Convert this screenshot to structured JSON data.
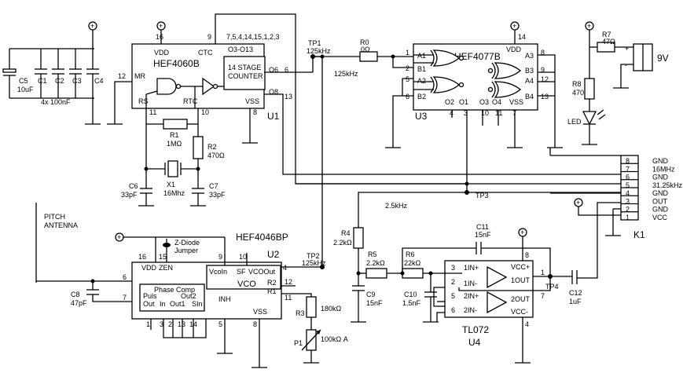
{
  "supply": {
    "plus_symbol": "+"
  },
  "u1": {
    "ref": "U1",
    "part": "HEF4060B",
    "vdd": "VDD",
    "vss": "VSS",
    "ctc": "CTC",
    "counter_l1": "14 STAGE",
    "counter_l2": "COUNTER",
    "outs": "O3-O13",
    "o6": "O6",
    "o8": "O8",
    "mr": "MR",
    "rs": "RS",
    "rtc": "RTC",
    "pin_16": "16",
    "pin_9": "9",
    "pin_out_list": "7,5,4,14,15,1,2,3",
    "pin_12": "12",
    "pin_6": "6",
    "pin_13": "13",
    "pin_11": "11",
    "pin_10": "10",
    "pin_8": "8"
  },
  "u3": {
    "ref": "U3",
    "part": "HEF4077B",
    "vdd": "VDD",
    "vss": "VSS",
    "a1": "A1",
    "b1": "B1",
    "a2": "A2",
    "b2": "B2",
    "o2": "O2",
    "o1": "O1",
    "o3": "O3",
    "o4": "O4",
    "a3": "A3",
    "b3": "B3",
    "a4": "A4",
    "b4": "B4",
    "pin_14": "14",
    "pin_1": "1",
    "pin_2": "2",
    "pin_5": "5",
    "pin_6": "6",
    "pin_4": "4",
    "pin_3": "3",
    "pin_10": "10",
    "pin_11": "11",
    "pin_7": "7",
    "pin_8": "8",
    "pin_9": "9",
    "pin_12": "12",
    "pin_13": "13"
  },
  "u2": {
    "ref": "U2",
    "part": "HEF4046BP",
    "vdd": "VDD",
    "zen": "ZEN",
    "vcoin": "VcoIn",
    "sf": "SF",
    "vcoout": "VCOOut",
    "vco": "VCO",
    "r2": "R2",
    "r1": "R1",
    "inh": "INH",
    "vss": "VSS",
    "phase_comp": "Phase Comp",
    "puls": "Puls",
    "out2": "Out2",
    "out": "Out",
    "in": "In",
    "out1": "Out1",
    "sin": "SIn",
    "pin_16": "16",
    "pin_15": "15",
    "pin_9": "9",
    "pin_10": "10",
    "pin_4": "4",
    "pin_6": "6",
    "pin_7": "7",
    "pin_12": "12",
    "pin_11": "11",
    "pin_1": "1",
    "pin_3": "3",
    "pin_2": "2",
    "pin_13": "13",
    "pin_14": "14",
    "pin_5": "5",
    "pin_8": "8",
    "zener_l1": "Z-Diode",
    "zener_l2": "Jumper"
  },
  "u4": {
    "ref": "U4",
    "part": "TL072",
    "in1p": "1IN+",
    "in1m": "1IN-",
    "out1": "1OUT",
    "vccp": "VCC+",
    "in2p": "2IN+",
    "in2m": "2IN-",
    "out2": "2OUT",
    "vccm": "VCC-",
    "pin_8": "8",
    "pin_3": "3",
    "pin_2": "2",
    "pin_1": "1",
    "pin_5": "5",
    "pin_6": "6",
    "pin_7": "7",
    "pin_4": "4"
  },
  "caps": {
    "c5": "C5",
    "c5v": "10uF",
    "c1": "C1",
    "c2": "C2",
    "c3": "C3",
    "c4": "C4",
    "bank": "4x 100nF",
    "c6": "C6",
    "c6v": "33pF",
    "c7": "C7",
    "c7v": "33pF",
    "c8": "C8",
    "c8v": "47pF",
    "c9": "C9",
    "c9v": "15nF",
    "c10": "C10",
    "c10v": "1.5nF",
    "c11": "C11",
    "c11v": "15nF",
    "c12": "C12",
    "c12v": "1uF"
  },
  "res": {
    "r0": "R0",
    "r0v": "0Ω",
    "r1": "R1",
    "r1v": "1MΩ",
    "r2": "R2",
    "r2v": "470Ω",
    "r3": "R3",
    "r3v": "180kΩ",
    "r4": "R4",
    "r4v": "2.2kΩ",
    "r5": "R5",
    "r5v": "2.2kΩ",
    "r6": "R6",
    "r6v": "22kΩ",
    "r7": "R7",
    "r7v": "47Ω",
    "r8": "R8",
    "r8v": "470",
    "p1": "P1",
    "p1v": "100kΩ A"
  },
  "misc": {
    "x1": "X1",
    "x1v": "16Mhz",
    "led": "LED",
    "antenna_l1": "PITCH",
    "antenna_l2": "ANTENNA",
    "battery": "9V",
    "plus": "+",
    "minus": "-"
  },
  "tp": {
    "tp1": "TP1",
    "tp1f": "125kHz",
    "tp2": "TP2",
    "tp2f": "125kHz",
    "tp3": "TP3",
    "tp4": "TP4",
    "f125": "125kHz",
    "f25": "2.5kHz"
  },
  "k1": {
    "ref": "K1",
    "pins": [
      "8",
      "7",
      "6",
      "5",
      "4",
      "3",
      "2",
      "1"
    ],
    "labels": [
      "GND",
      "16MHz",
      "GND",
      "31.25kHz",
      "GND",
      "OUT",
      "GND",
      "VCC"
    ]
  }
}
